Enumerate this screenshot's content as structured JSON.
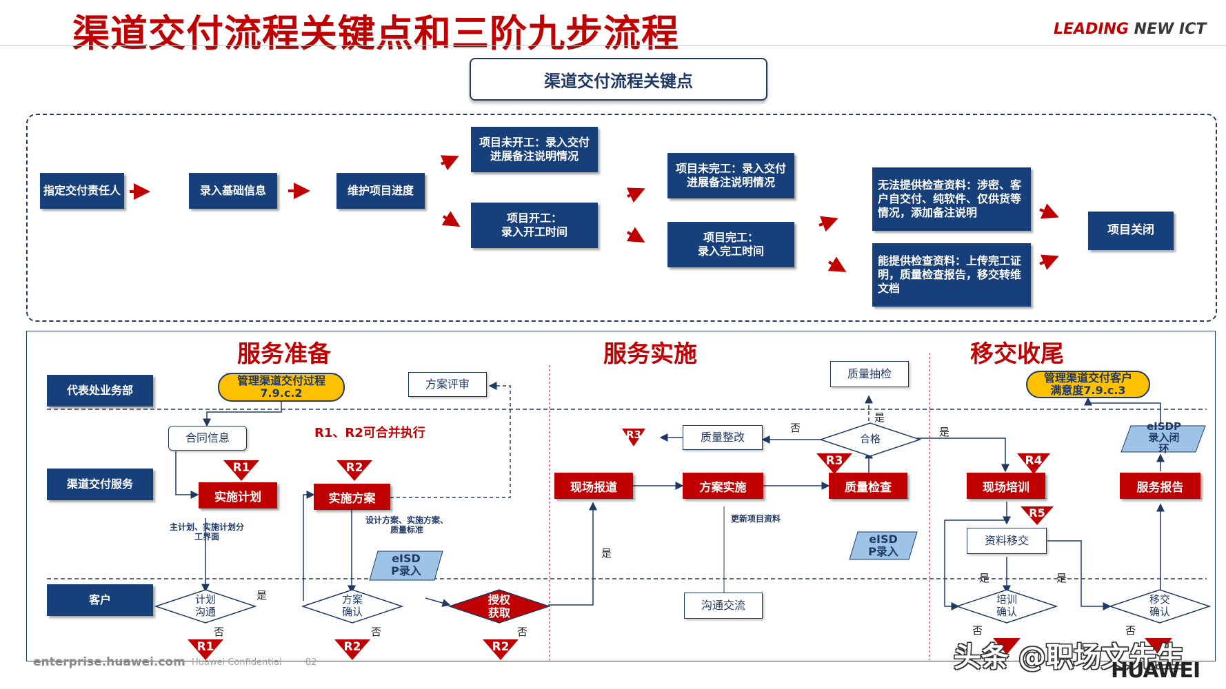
{
  "header": {
    "title": "渠道交付流程关键点和三阶九步流程",
    "brand_part1": "LEADING",
    "brand_part2": "NEW ICT"
  },
  "key_points": {
    "heading": "渠道交付流程关键点",
    "steps": {
      "assign": "指定交付责任人",
      "basic_info": "录入基础信息",
      "maintain": "维护项目进度",
      "not_started": "项目未开工：录入交付进展备注说明情况",
      "started": "项目开工：\n录入开工时间",
      "not_completed": "项目未完工：录入交付进展备注说明情况",
      "completed": "项目完工：\n录入完工时间",
      "no_docs": "无法提供检查资料：涉密、客户自交付、纯软件、仅供货等情况，添加备注说明",
      "docs": "能提供检查资料：上传完工证明，质量检查报告，移交转维文档",
      "close": "项目关闭"
    }
  },
  "flow": {
    "phases": {
      "prepare": "服务准备",
      "implement": "服务实施",
      "handover": "移交收尾"
    },
    "lanes": {
      "office": "代表处业务部",
      "channel": "渠道交付服务",
      "customer": "客户"
    },
    "merge_note": "R1、R2可合并执行",
    "nodes": {
      "manage_process": "管理渠道交付过程\n7.9.c.2",
      "solution_review": "方案评审",
      "contract_info": "合同信息",
      "impl_plan": "实施计划",
      "impl_solution": "实施方案",
      "plan_comm": "计划\n沟通",
      "solution_confirm": "方案\n确认",
      "authorize": "授权\n获取",
      "site_report": "现场报道",
      "solution_impl": "方案实施",
      "quality_check": "质量检查",
      "quality_fix": "质量整改",
      "qualified": "合格",
      "quality_sample": "质量抽检",
      "comm": "沟通交流",
      "esdp1": "eISD\nP录入",
      "esdp2": "eISD\nP录入",
      "site_training": "现场培训",
      "doc_handover": "资料移交",
      "training_confirm": "培训\n确认",
      "service_report": "服务报告",
      "handover_confirm": "移交\n确认",
      "esdp_close": "eISDP\n录入闭\n环",
      "satisfaction": "管理渠道交付客户\n满意度7.9.c.3"
    },
    "annotations": {
      "plan_detail": "主计划、实施计划分\n工界面",
      "solution_detail": "设计方案、实施方案、\n质量标准",
      "update_docs": "更新项目资料"
    },
    "labels": {
      "yes": "是",
      "no": "否"
    },
    "markers": {
      "r1": "R1",
      "r2": "R2",
      "r3": "R3",
      "r4": "R4",
      "r5": "R5"
    }
  },
  "footer": {
    "site": "enterprise.huawei.com",
    "confidential": "Huawei Confidential",
    "page": "82"
  },
  "watermark": {
    "text": "头条 @职场文先生",
    "logo_text": "HUAWEI"
  },
  "colors": {
    "navy": "#17407a",
    "red": "#c00000",
    "gold": "#ffc000",
    "sky": "#9dc3e6"
  }
}
